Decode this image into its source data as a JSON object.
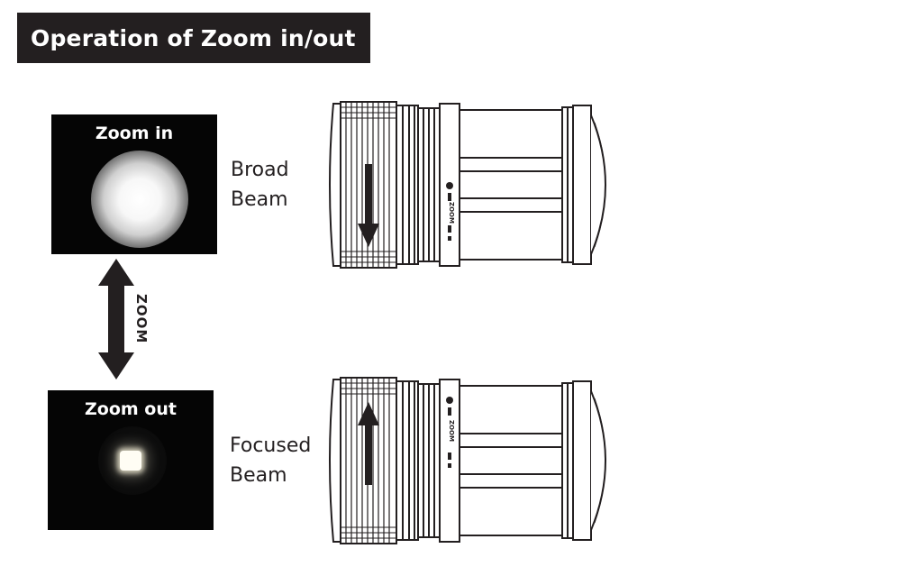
{
  "title": "Operation of Zoom in/out",
  "states": [
    {
      "photo_label": "Zoom in",
      "beam_label_line1": "Broad",
      "beam_label_line2": "Beam",
      "ring_arrow": "down"
    },
    {
      "photo_label": "Zoom out",
      "beam_label_line1": "Focused",
      "beam_label_line2": "Beam",
      "ring_arrow": "up"
    }
  ],
  "zoom_arrow_label": "ZOOM",
  "barrel_marking": "ZOOM",
  "colors": {
    "title_background": "#231f20",
    "title_text": "#ffffff",
    "photo_background": "#050505",
    "line_art": "#231f20"
  }
}
